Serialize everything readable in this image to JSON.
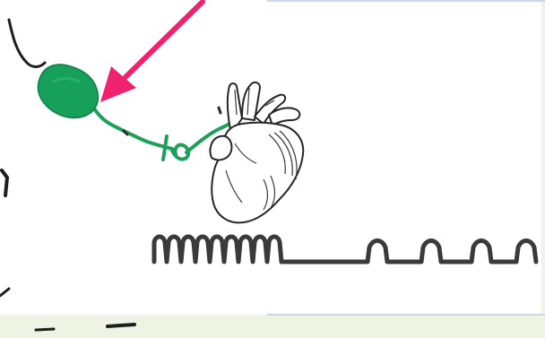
{
  "figure": {
    "kind": "diagram",
    "colors": {
      "background": "#eef3e4",
      "paper": "#ffffff",
      "frame": "#c9d8ea",
      "ink": "#2b2b2b",
      "nerve_green": "#1fa05a",
      "ganglion_green": "#16a05a",
      "arrow_magenta": "#f0226e",
      "trace_gray": "#3a3a3a"
    },
    "elements": {
      "ganglion_icon": "green-blob",
      "nerve_fiber_icon": "green-nerve-line",
      "heart_icon": "engraved-heart",
      "arrow_icon": "pointer-arrow",
      "trace_icon": "wave-trace"
    },
    "trace": {
      "dense_cycles": 9,
      "sparse_cycles": 4
    }
  }
}
